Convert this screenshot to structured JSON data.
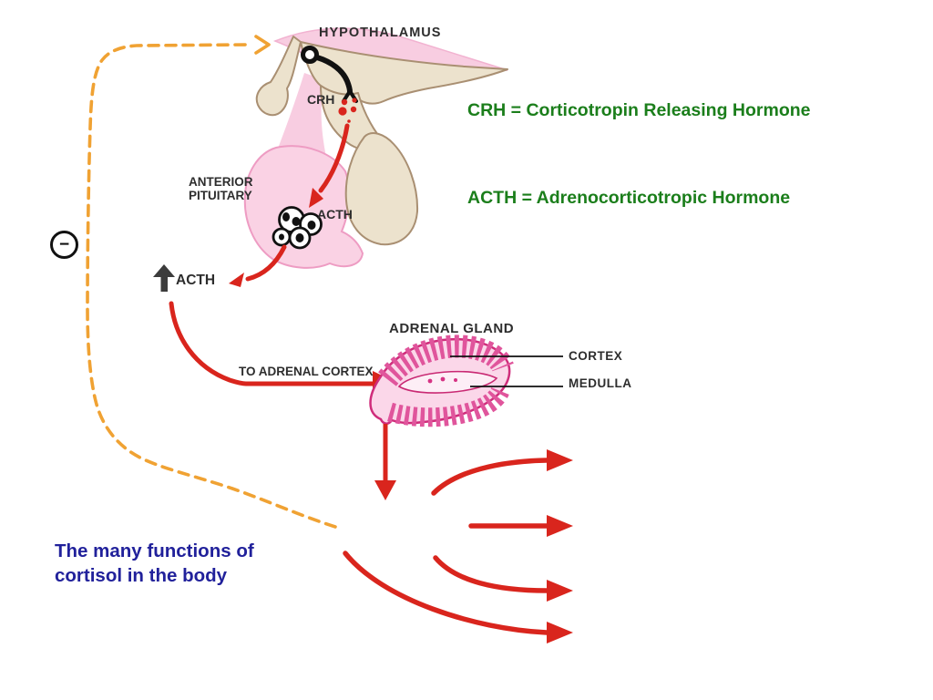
{
  "slide": {
    "diagram_labels": {
      "hypothalamus": "HYPOTHALAMUS",
      "crh": "CRH",
      "anterior_pituitary": "ANTERIOR\nPITUITARY",
      "acth_vesicles": "ACTH",
      "acth_release": "ACTH",
      "to_adrenal_cortex": "TO ADRENAL CORTEX",
      "adrenal_gland": "ADRENAL GLAND",
      "cortex": "CORTEX",
      "medulla": "MEDULLA"
    },
    "definitions": {
      "crh": "CRH = Corticotropin Releasing Hormone",
      "acth": "ACTH = Adrenocorticotropic Hormone"
    },
    "caption": "The many functions of\ncortisol in the body",
    "symbols": {
      "negative_feedback": "−"
    },
    "colors": {
      "arrow_red": "#d9251d",
      "feedback_orange": "#f0a233",
      "definition_green": "#1b7e1b",
      "caption_blue": "#21219b",
      "label_gray": "#2d2d2d",
      "tissue_beige": "#ece2cd",
      "tissue_pink": "#f9d0e2",
      "adrenal_pink": "#d9327f"
    }
  }
}
